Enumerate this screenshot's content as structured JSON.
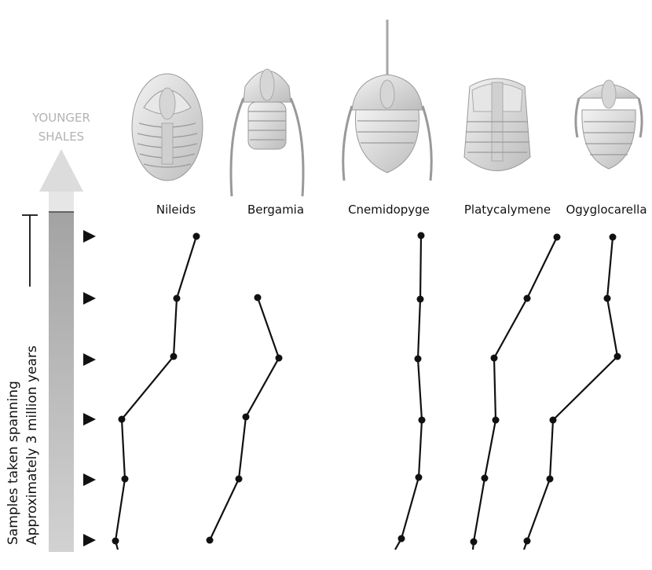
{
  "arrow_label": {
    "line1": "YOUNGER",
    "line2": "SHALES",
    "color": "#b3b3b3"
  },
  "rotated_label": {
    "line1": "Samples taken spanning",
    "line2": "Approximately 3 million years"
  },
  "taxa": [
    {
      "name": "Nileids",
      "icon": "nileid-trilobite-illustration"
    },
    {
      "name": "Bergamia",
      "icon": "bergamia-trilobite-illustration"
    },
    {
      "name": "Cnemidopyge",
      "icon": "cnemidopyge-trilobite-illustration"
    },
    {
      "name": "Platycalymene",
      "icon": "platycalymene-trilobite-illustration"
    },
    {
      "name": "Ogyglocarella",
      "icon": "ogyglocarella-trilobite-illustration"
    }
  ],
  "colors": {
    "line": "#111111",
    "bar_top": "#9f9f9f",
    "bar_bottom": "#cfcfcf",
    "arrow_head": "#dcdcdc"
  }
}
